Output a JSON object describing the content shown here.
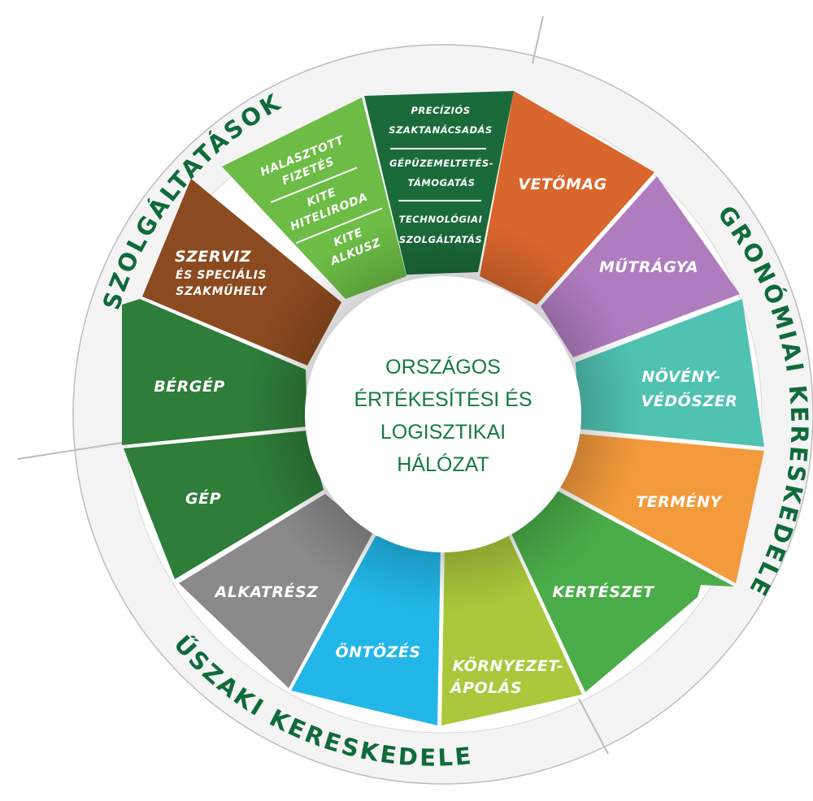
{
  "center": {
    "line1": "ORSZÁGOS",
    "line2": "ÉRTÉKESÍTÉSI ÉS",
    "line3": "LOGISZTIKAI",
    "line4": "HÁLÓZAT"
  },
  "groups": {
    "services": "SZOLGÁLTATÁSOK",
    "agronomic": "AGRONÓMIAI KERESKEDELEM",
    "technical": "MŰSZAKI KERESKEDELEM"
  },
  "segments": {
    "vetomag": {
      "label": "VETŐMAG",
      "color": "#d9662c"
    },
    "mutragya": {
      "label": "MŰTRÁGYA",
      "color": "#b07cc0"
    },
    "novenyvedoszer": {
      "line1": "NÖVÉNY-",
      "line2": "VÉDŐSZER",
      "color": "#4fc2b2"
    },
    "termeny": {
      "label": "TERMÉNY",
      "color": "#f39a3c"
    },
    "kerteszet": {
      "label": "KERTÉSZET",
      "color": "#4aad49"
    },
    "kornyezetapolas": {
      "line1": "KÖRNYEZET-",
      "line2": "ÁPOLÁS",
      "color": "#a9c83b"
    },
    "ontozes": {
      "label": "ÖNTÖZÉS",
      "color": "#22b7e8"
    },
    "alkatresz": {
      "label": "ALKATRÉSZ",
      "color": "#8a8a8a"
    },
    "gep": {
      "label": "GÉP",
      "color": "#2e7d38"
    },
    "bergep": {
      "label": "BÉRGÉP",
      "color": "#2e7d38"
    },
    "szerviz": {
      "line1": "SZERVIZ",
      "line2": "ÉS SPECIÁLIS",
      "line3": "SZAKMŰHELY",
      "color": "#8b4a1f"
    },
    "financial": {
      "color": "#6cbc45",
      "item1_line1": "HALASZTOTT",
      "item1_line2": "FIZETÉS",
      "item2_line1": "KITE",
      "item2_line2": "HITELIRODA",
      "item3_line1": "KITE",
      "item3_line2": "ALKUSZ"
    },
    "consulting": {
      "color": "#1b6b3a",
      "item1_line1": "PRECÍZIÓS",
      "item1_line2": "SZAKTANÁCSADÁS",
      "item2_line1": "GÉPÜZEMELTETÉS-",
      "item2_line2": "TÁMOGATÁS",
      "item3_line1": "TECHNOLÓGIAI",
      "item3_line2": "SZOLGÁLTATÁS"
    }
  }
}
